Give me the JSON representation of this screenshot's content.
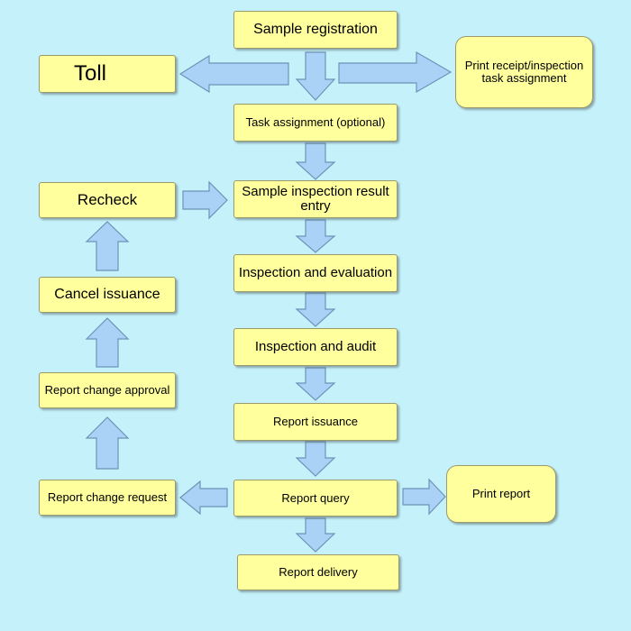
{
  "nodes": {
    "sample_registration": "Sample registration",
    "toll": "Toll",
    "print_receipt": "Print receipt/inspection task assignment",
    "task_assignment": "Task assignment (optional)",
    "recheck": "Recheck",
    "sample_inspection": "Sample inspection result entry",
    "inspection_evaluation": "Inspection and evaluation",
    "cancel_issuance": "Cancel issuance",
    "inspection_audit": "Inspection and audit",
    "report_change_approval": "Report change approval",
    "report_issuance": "Report issuance",
    "report_change_request": "Report change request",
    "report_query": "Report query",
    "print_report": "Print report",
    "report_delivery": "Report delivery"
  },
  "colors": {
    "background": "#c5f1fb",
    "box_fill": "#ffff9e",
    "arrow_fill": "#a9d2f6",
    "arrow_stroke": "#6e93b8"
  }
}
